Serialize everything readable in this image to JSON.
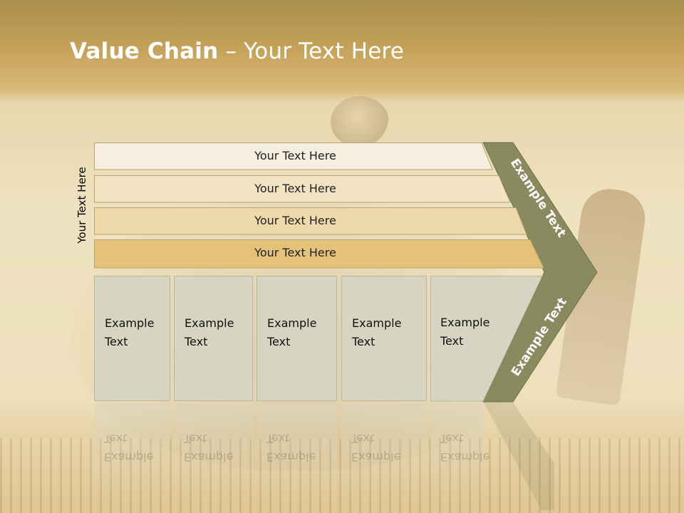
{
  "slide": {
    "title_bold": "Value Chain",
    "title_rest": " – Your Text Here",
    "side_label": "Your Text Here"
  },
  "rows": [
    {
      "label": "Your Text Here",
      "fill": "#f6efdf"
    },
    {
      "label": "Your Text Here",
      "fill": "#f2e4c3"
    },
    {
      "label": "Your Text Here",
      "fill": "#eed9aa"
    },
    {
      "label": "Your Text Here",
      "fill": "#e4c27a"
    }
  ],
  "boxes": [
    {
      "label": "Example Text"
    },
    {
      "label": "Example Text"
    },
    {
      "label": "Example Text"
    },
    {
      "label": "Example Text"
    },
    {
      "label": "Example Text"
    }
  ],
  "chevron": {
    "upper_label": "Example Text",
    "lower_label": "Example Text",
    "fill": "#8a8a5f"
  }
}
